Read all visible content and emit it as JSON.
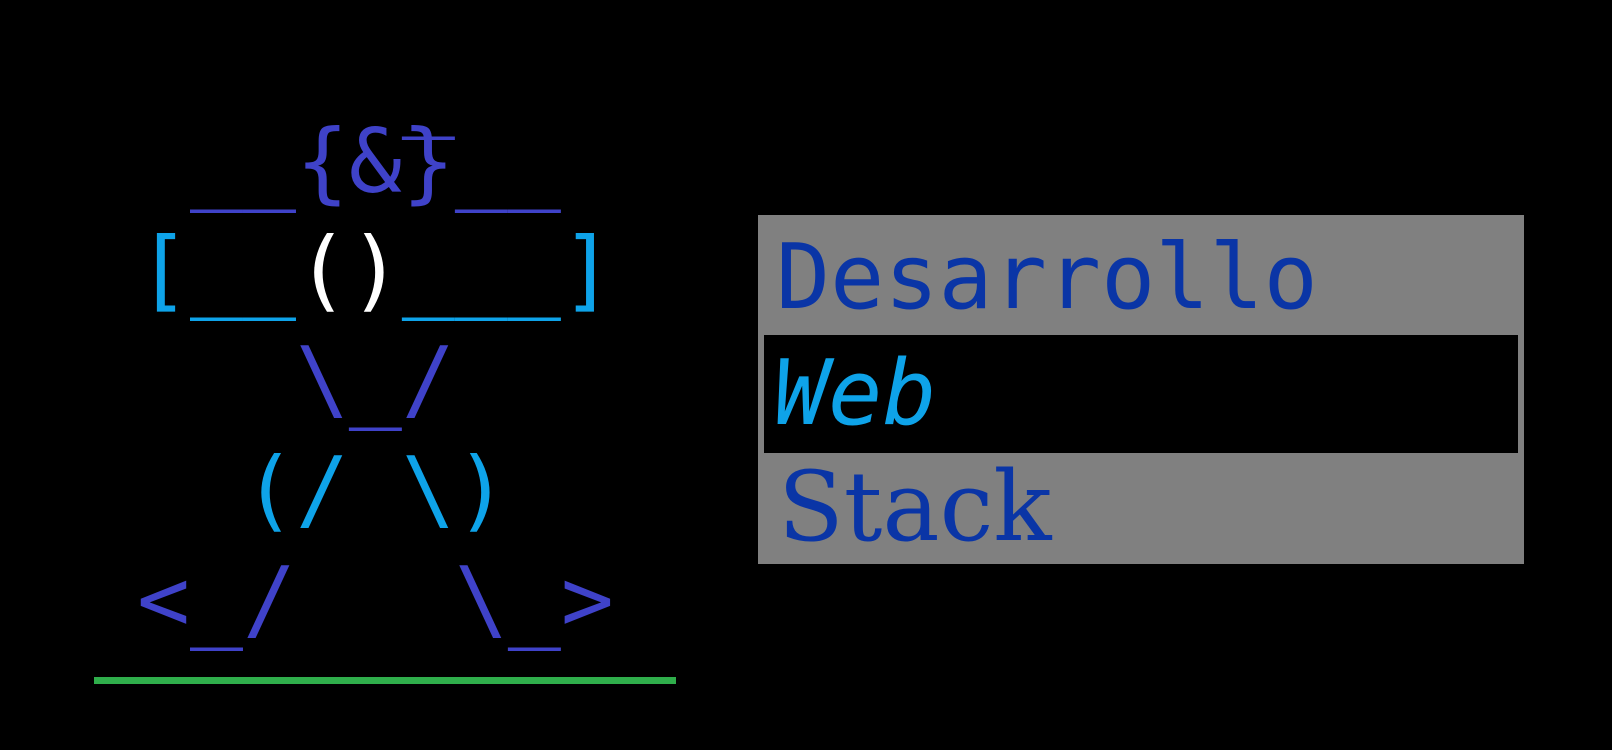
{
  "ascii_art": {
    "lines": [
      "      _",
      "  __{&}__",
      " [__()___]",
      "    \\_/",
      "   (/ \\)",
      " <_/   \\_>"
    ],
    "colors": {
      "purple": "#3f42c9",
      "cyan": "#0ea3e9",
      "white": "#ffffff",
      "ground": "#2fae4b"
    }
  },
  "labels": {
    "line1": "Desarrollo",
    "line2": "Web",
    "line3": "Stack"
  },
  "colors": {
    "background": "#000000",
    "card": "#808080",
    "dark_blue_text": "#0a35a6",
    "cyan_text": "#0ea3e9"
  }
}
